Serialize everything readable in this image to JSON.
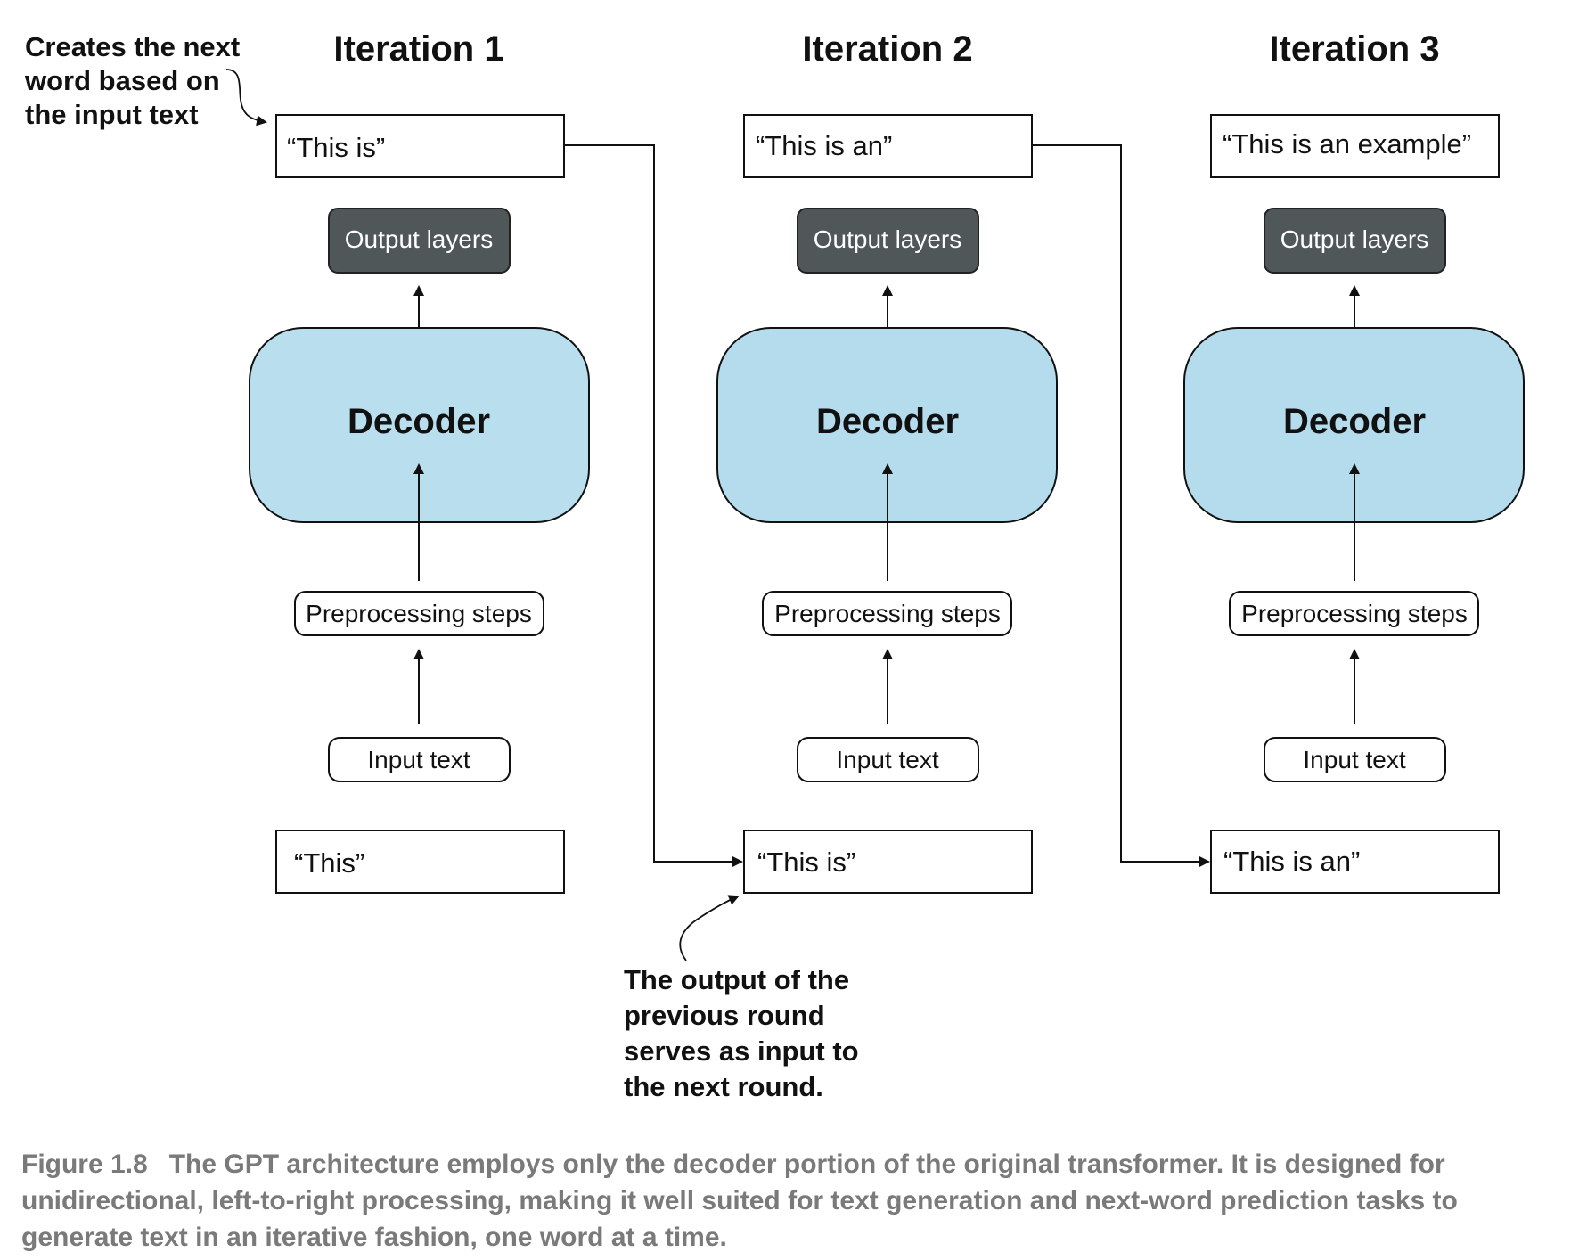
{
  "annotations": {
    "top_left": [
      "Creates the next",
      "word based on",
      "the input text"
    ],
    "bottom": [
      "The output of the",
      "previous round",
      "serves as input to",
      "the next round."
    ]
  },
  "iterations": [
    {
      "title": "Iteration 1",
      "output_text": "“This is”",
      "output_layers_label": "Output layers",
      "decoder_label": "Decoder",
      "preprocessing_label": "Preprocessing steps",
      "input_label": "Input text",
      "input_text": "“This”"
    },
    {
      "title": "Iteration 2",
      "output_text": "“This is an”",
      "output_layers_label": "Output layers",
      "decoder_label": "Decoder",
      "preprocessing_label": "Preprocessing steps",
      "input_label": "Input text",
      "input_text": "“This is”"
    },
    {
      "title": "Iteration 3",
      "output_text": "“This is an example”",
      "output_layers_label": "Output layers",
      "decoder_label": "Decoder",
      "preprocessing_label": "Preprocessing steps",
      "input_label": "Input text",
      "input_text": "“This is an”"
    }
  ],
  "caption": {
    "label": "Figure 1.8",
    "text": "The GPT architecture employs only the decoder portion of the original transformer. It is designed for unidirectional, left-to-right processing, making it well suited for text generation and next-word prediction tasks to generate text in an iterative fashion, one word at a time."
  },
  "colors": {
    "decoder_fill": "#b4dcec",
    "output_layers_fill": "#4f5759",
    "line": "#111111",
    "caption": "#7a7a7a"
  }
}
